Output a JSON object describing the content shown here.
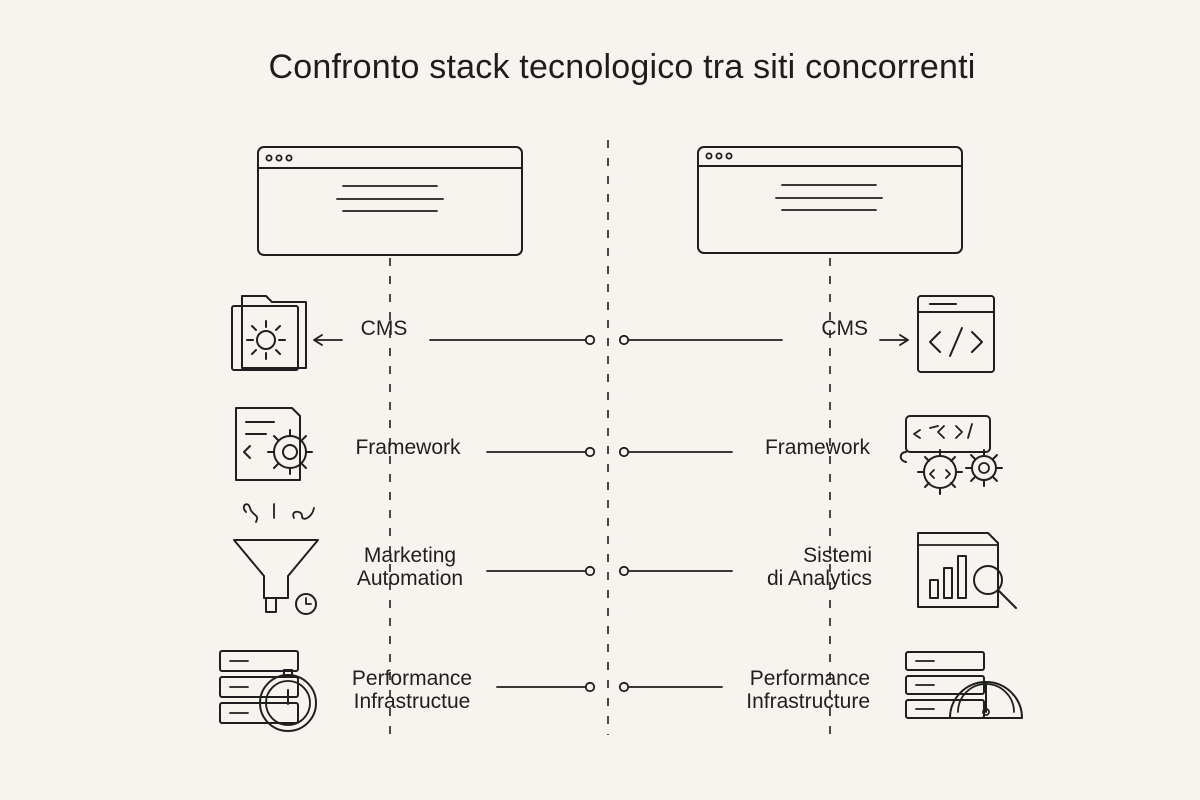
{
  "title": "Confronto stack tecnologico tra siti concorrenti",
  "left_site": {
    "rows": [
      {
        "label_lines": [
          "CMS"
        ],
        "icon": "cms-gear-folder-icon"
      },
      {
        "label_lines": [
          "Framework"
        ],
        "icon": "framework-gears-icon"
      },
      {
        "label_lines": [
          "Marketing",
          "Automation"
        ],
        "icon": "funnel-automation-icon"
      },
      {
        "label_lines": [
          "Performance",
          "Infrastructue"
        ],
        "icon": "server-stopwatch-icon"
      }
    ]
  },
  "right_site": {
    "rows": [
      {
        "label_lines": [
          "CMS"
        ],
        "icon": "code-window-icon"
      },
      {
        "label_lines": [
          "Framework"
        ],
        "icon": "code-gears-icon"
      },
      {
        "label_lines": [
          "Sistemi",
          "di Analytics"
        ],
        "icon": "analytics-chart-icon"
      },
      {
        "label_lines": [
          "Performance",
          "Infrastructure"
        ],
        "icon": "server-gauge-icon"
      }
    ]
  }
}
